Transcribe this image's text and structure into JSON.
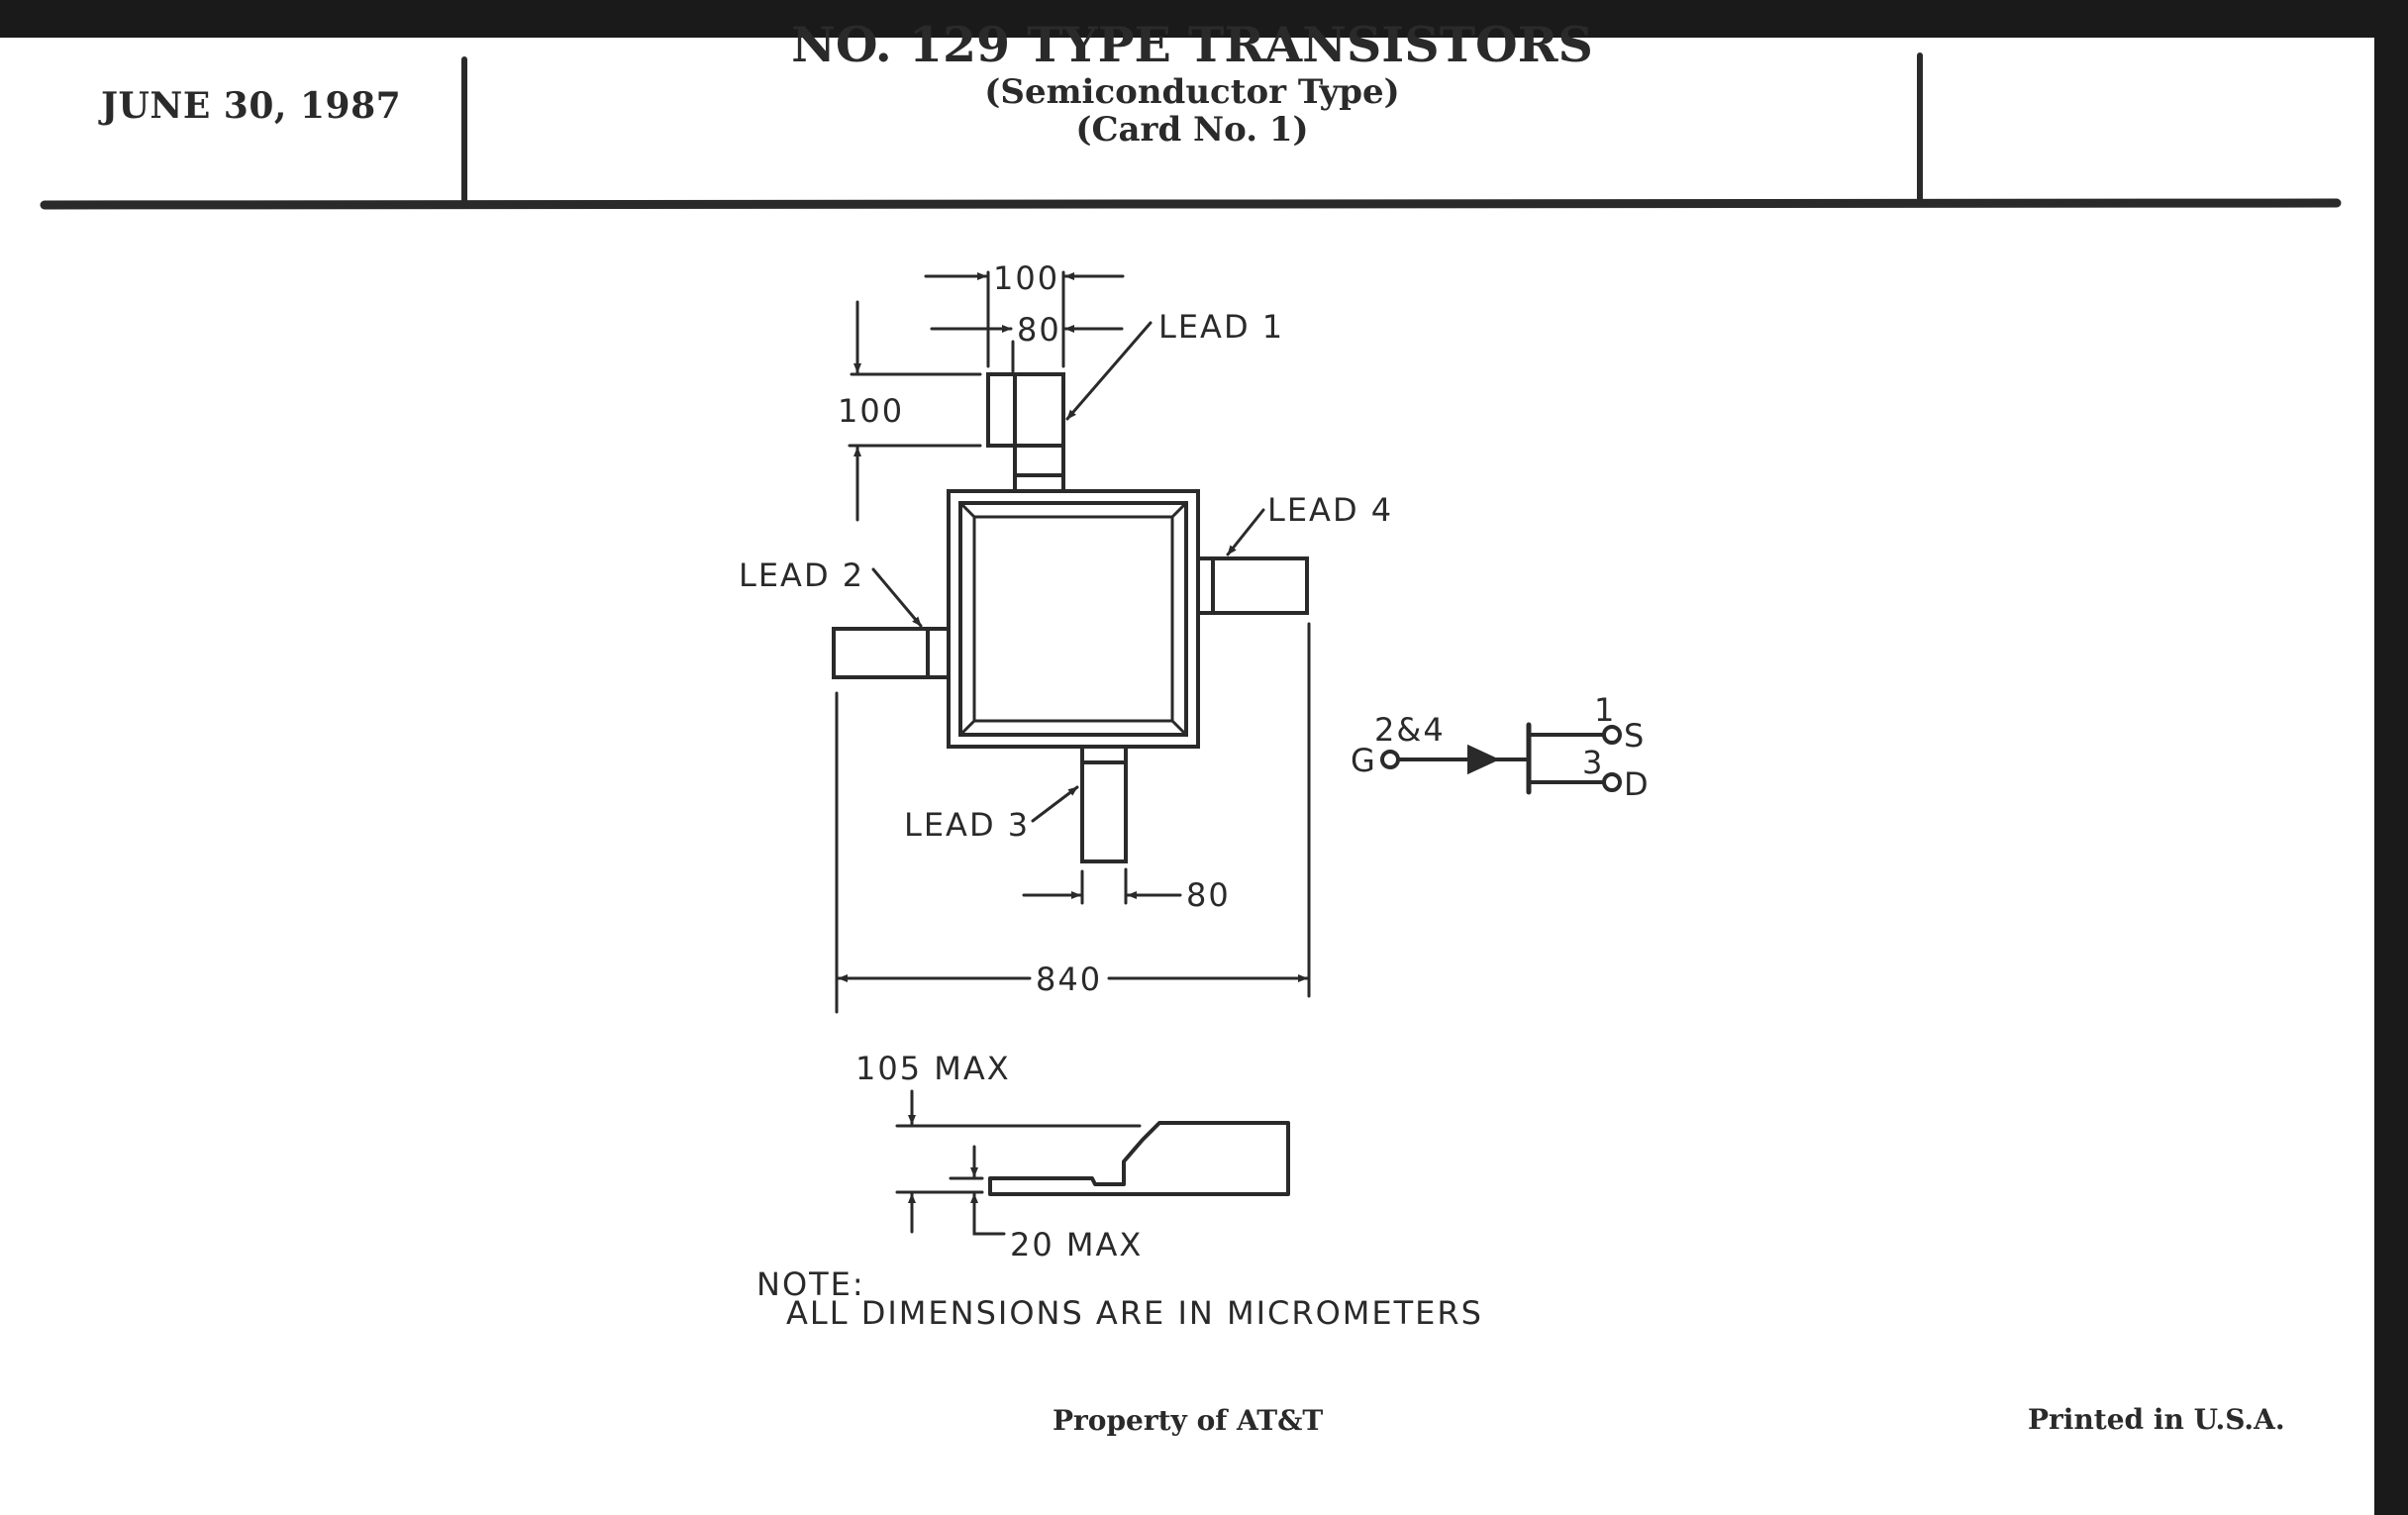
{
  "header": {
    "date": "JUNE 30, 1987",
    "title": "NO. 129 TYPE TRANSISTORS",
    "subtitle": "(Semiconductor Type)",
    "card": "(Card No. 1)"
  },
  "drawing": {
    "top_view": {
      "lead_labels": [
        "LEAD 1",
        "LEAD 2",
        "LEAD 3",
        "LEAD 4"
      ],
      "dimensions": {
        "lead1_overall_width": "100",
        "lead1_inner_width": "80",
        "lead1_length": "100",
        "lead3_width": "80",
        "overall_width": "840"
      }
    },
    "side_view": {
      "height_max": "105 MAX",
      "lead_thickness_max": "20 MAX"
    },
    "schematic": {
      "gate_label": "G",
      "gate_pins": "2&4",
      "source_label": "S",
      "source_pin": "1",
      "drain_label": "D",
      "drain_pin": "3"
    },
    "note": {
      "heading": "NOTE:",
      "text": "ALL DIMENSIONS ARE IN MICROMETERS"
    }
  },
  "footer": {
    "left": "Property of AT&T",
    "right": "Printed in U.S.A."
  }
}
